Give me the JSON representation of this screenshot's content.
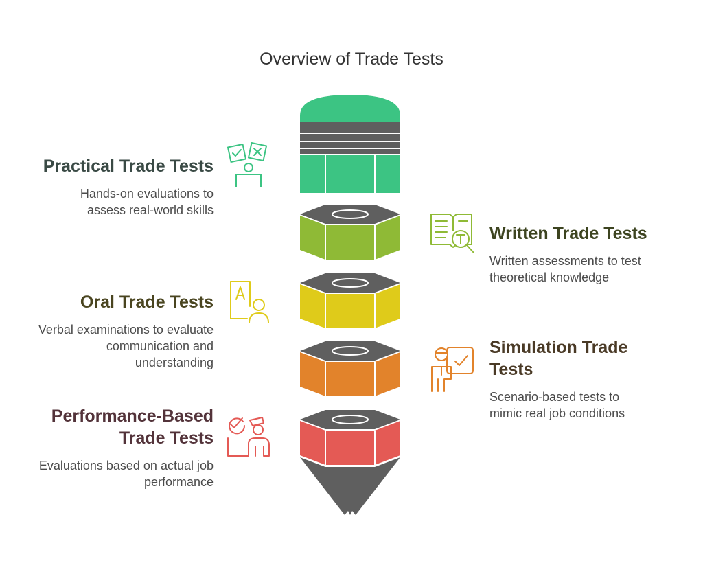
{
  "title": "Overview of Trade Tests",
  "items": [
    {
      "heading": "Practical Trade Tests",
      "description": "Hands-on evaluations to assess real-world skills",
      "side": "left",
      "icon": "practical-test-icon",
      "color": "#3cc483",
      "text_color": "#3a4a45"
    },
    {
      "heading": "Written Trade Tests",
      "description": "Written assessments to test theoretical knowledge",
      "side": "right",
      "icon": "written-test-icon",
      "color": "#8fba36",
      "text_color": "#3d4420"
    },
    {
      "heading": "Oral Trade Tests",
      "description": "Verbal examinations to evaluate communication and understanding",
      "side": "left",
      "icon": "oral-test-icon",
      "color": "#dfcb1a",
      "text_color": "#4a4520"
    },
    {
      "heading": "Simulation Trade Tests",
      "description": "Scenario-based tests to mimic real job conditions",
      "side": "right",
      "icon": "simulation-test-icon",
      "color": "#e2832b",
      "text_color": "#4a3a26"
    },
    {
      "heading": "Performance-Based Trade Tests",
      "description": "Evaluations based on actual job performance",
      "side": "left",
      "icon": "performance-test-icon",
      "color": "#e45a55",
      "text_color": "#53333a"
    }
  ],
  "stack_colors": {
    "gray": "#5f5f5f",
    "outline": "#ffffff"
  }
}
